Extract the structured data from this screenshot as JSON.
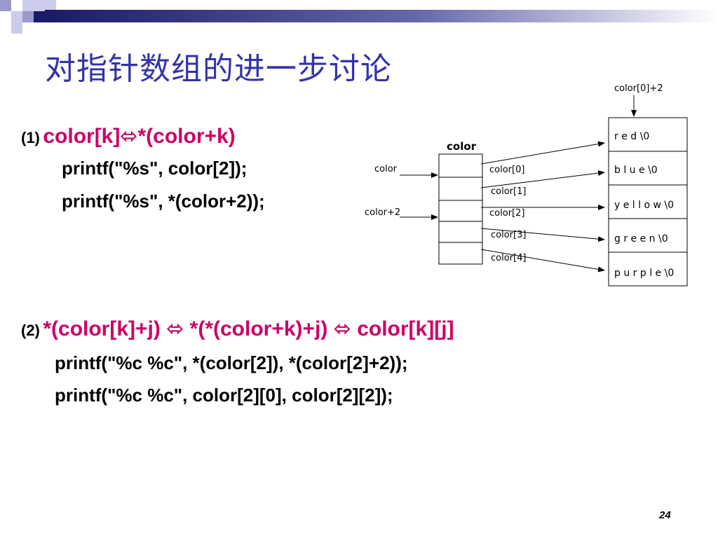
{
  "slide": {
    "title": "对指针数组的进一步讨论",
    "page_number": "24"
  },
  "section1": {
    "number": "(1)",
    "expression": "color[k]⬄*(color+k)",
    "code_lines": [
      "printf(\"%s\", color[2]);",
      "printf(\"%s\", *(color+2));"
    ]
  },
  "section2": {
    "number": "(2)",
    "expression": "*(color[k]+j) ⬄ *(*(color+k)+j) ⬄ color[k][j]",
    "code_lines": [
      "printf(\"%c %c\", *(color[2]), *(color[2]+2));",
      "printf(\"%c %c\", color[2][0], color[2][2]);"
    ]
  },
  "diagram": {
    "array_title": "color",
    "pointer_color_label": "color",
    "pointer_color2_label": "color+2",
    "element_labels": [
      "color[0]",
      "color[1]",
      "color[2]",
      "color[3]",
      "color[4]"
    ],
    "strings": [
      "r e d \\0",
      "b l u e \\0",
      "y e l l o w \\0",
      "g r e e n \\0",
      "p u r p l e \\0"
    ],
    "top_label": "color[0]+2"
  },
  "colors": {
    "title": "#3333aa",
    "expression": "#cc0066",
    "topbar_dark": "#1a1a66",
    "topbar_light": "#9999cc"
  }
}
